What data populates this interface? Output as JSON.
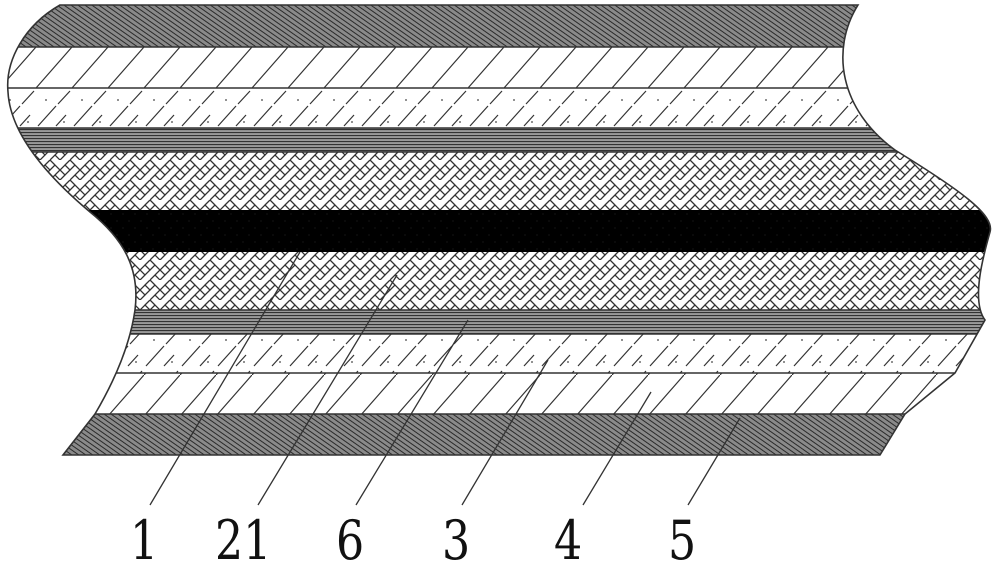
{
  "figure": {
    "type": "layered cross-section of a curved multilayer tube/board",
    "colors": {
      "outline": "#333333",
      "dark_hatch_bg": "#6e6e6e",
      "core": "#000000",
      "background": "#ffffff"
    }
  },
  "layers": [
    {
      "id": "5",
      "name": "outer dark hatched layer",
      "pattern": "dense-diagonal-hatch",
      "position": "top"
    },
    {
      "id": "4",
      "name": "sparse diagonal layer",
      "pattern": "sparse-diagonal",
      "position": "top"
    },
    {
      "id": "3",
      "name": "dashed diagonal layer",
      "pattern": "dashed-diagonal-dots",
      "position": "top"
    },
    {
      "id": "6",
      "name": "fine horizontal line layer",
      "pattern": "horizontal-lines",
      "position": "top"
    },
    {
      "id": "21",
      "name": "herringbone layer",
      "pattern": "herringbone",
      "position": "top"
    },
    {
      "id": "1",
      "name": "solid black core",
      "pattern": "solid-black",
      "position": "center"
    },
    {
      "id": "21",
      "name": "herringbone layer",
      "pattern": "herringbone",
      "position": "bottom"
    },
    {
      "id": "6",
      "name": "fine horizontal line layer",
      "pattern": "horizontal-lines",
      "position": "bottom"
    },
    {
      "id": "3",
      "name": "dashed diagonal layer",
      "pattern": "dashed-diagonal-dots",
      "position": "bottom"
    },
    {
      "id": "4",
      "name": "sparse diagonal layer",
      "pattern": "sparse-diagonal",
      "position": "bottom"
    },
    {
      "id": "5",
      "name": "outer dark hatched layer",
      "pattern": "dense-diagonal-hatch",
      "position": "bottom"
    }
  ],
  "callouts": [
    {
      "label": "1",
      "target": "core"
    },
    {
      "label": "21",
      "target": "herringbone layer"
    },
    {
      "label": "6",
      "target": "horizontal line layer"
    },
    {
      "label": "3",
      "target": "dashed diagonal layer"
    },
    {
      "label": "4",
      "target": "sparse diagonal layer"
    },
    {
      "label": "5",
      "target": "outer dark hatched layer"
    }
  ]
}
